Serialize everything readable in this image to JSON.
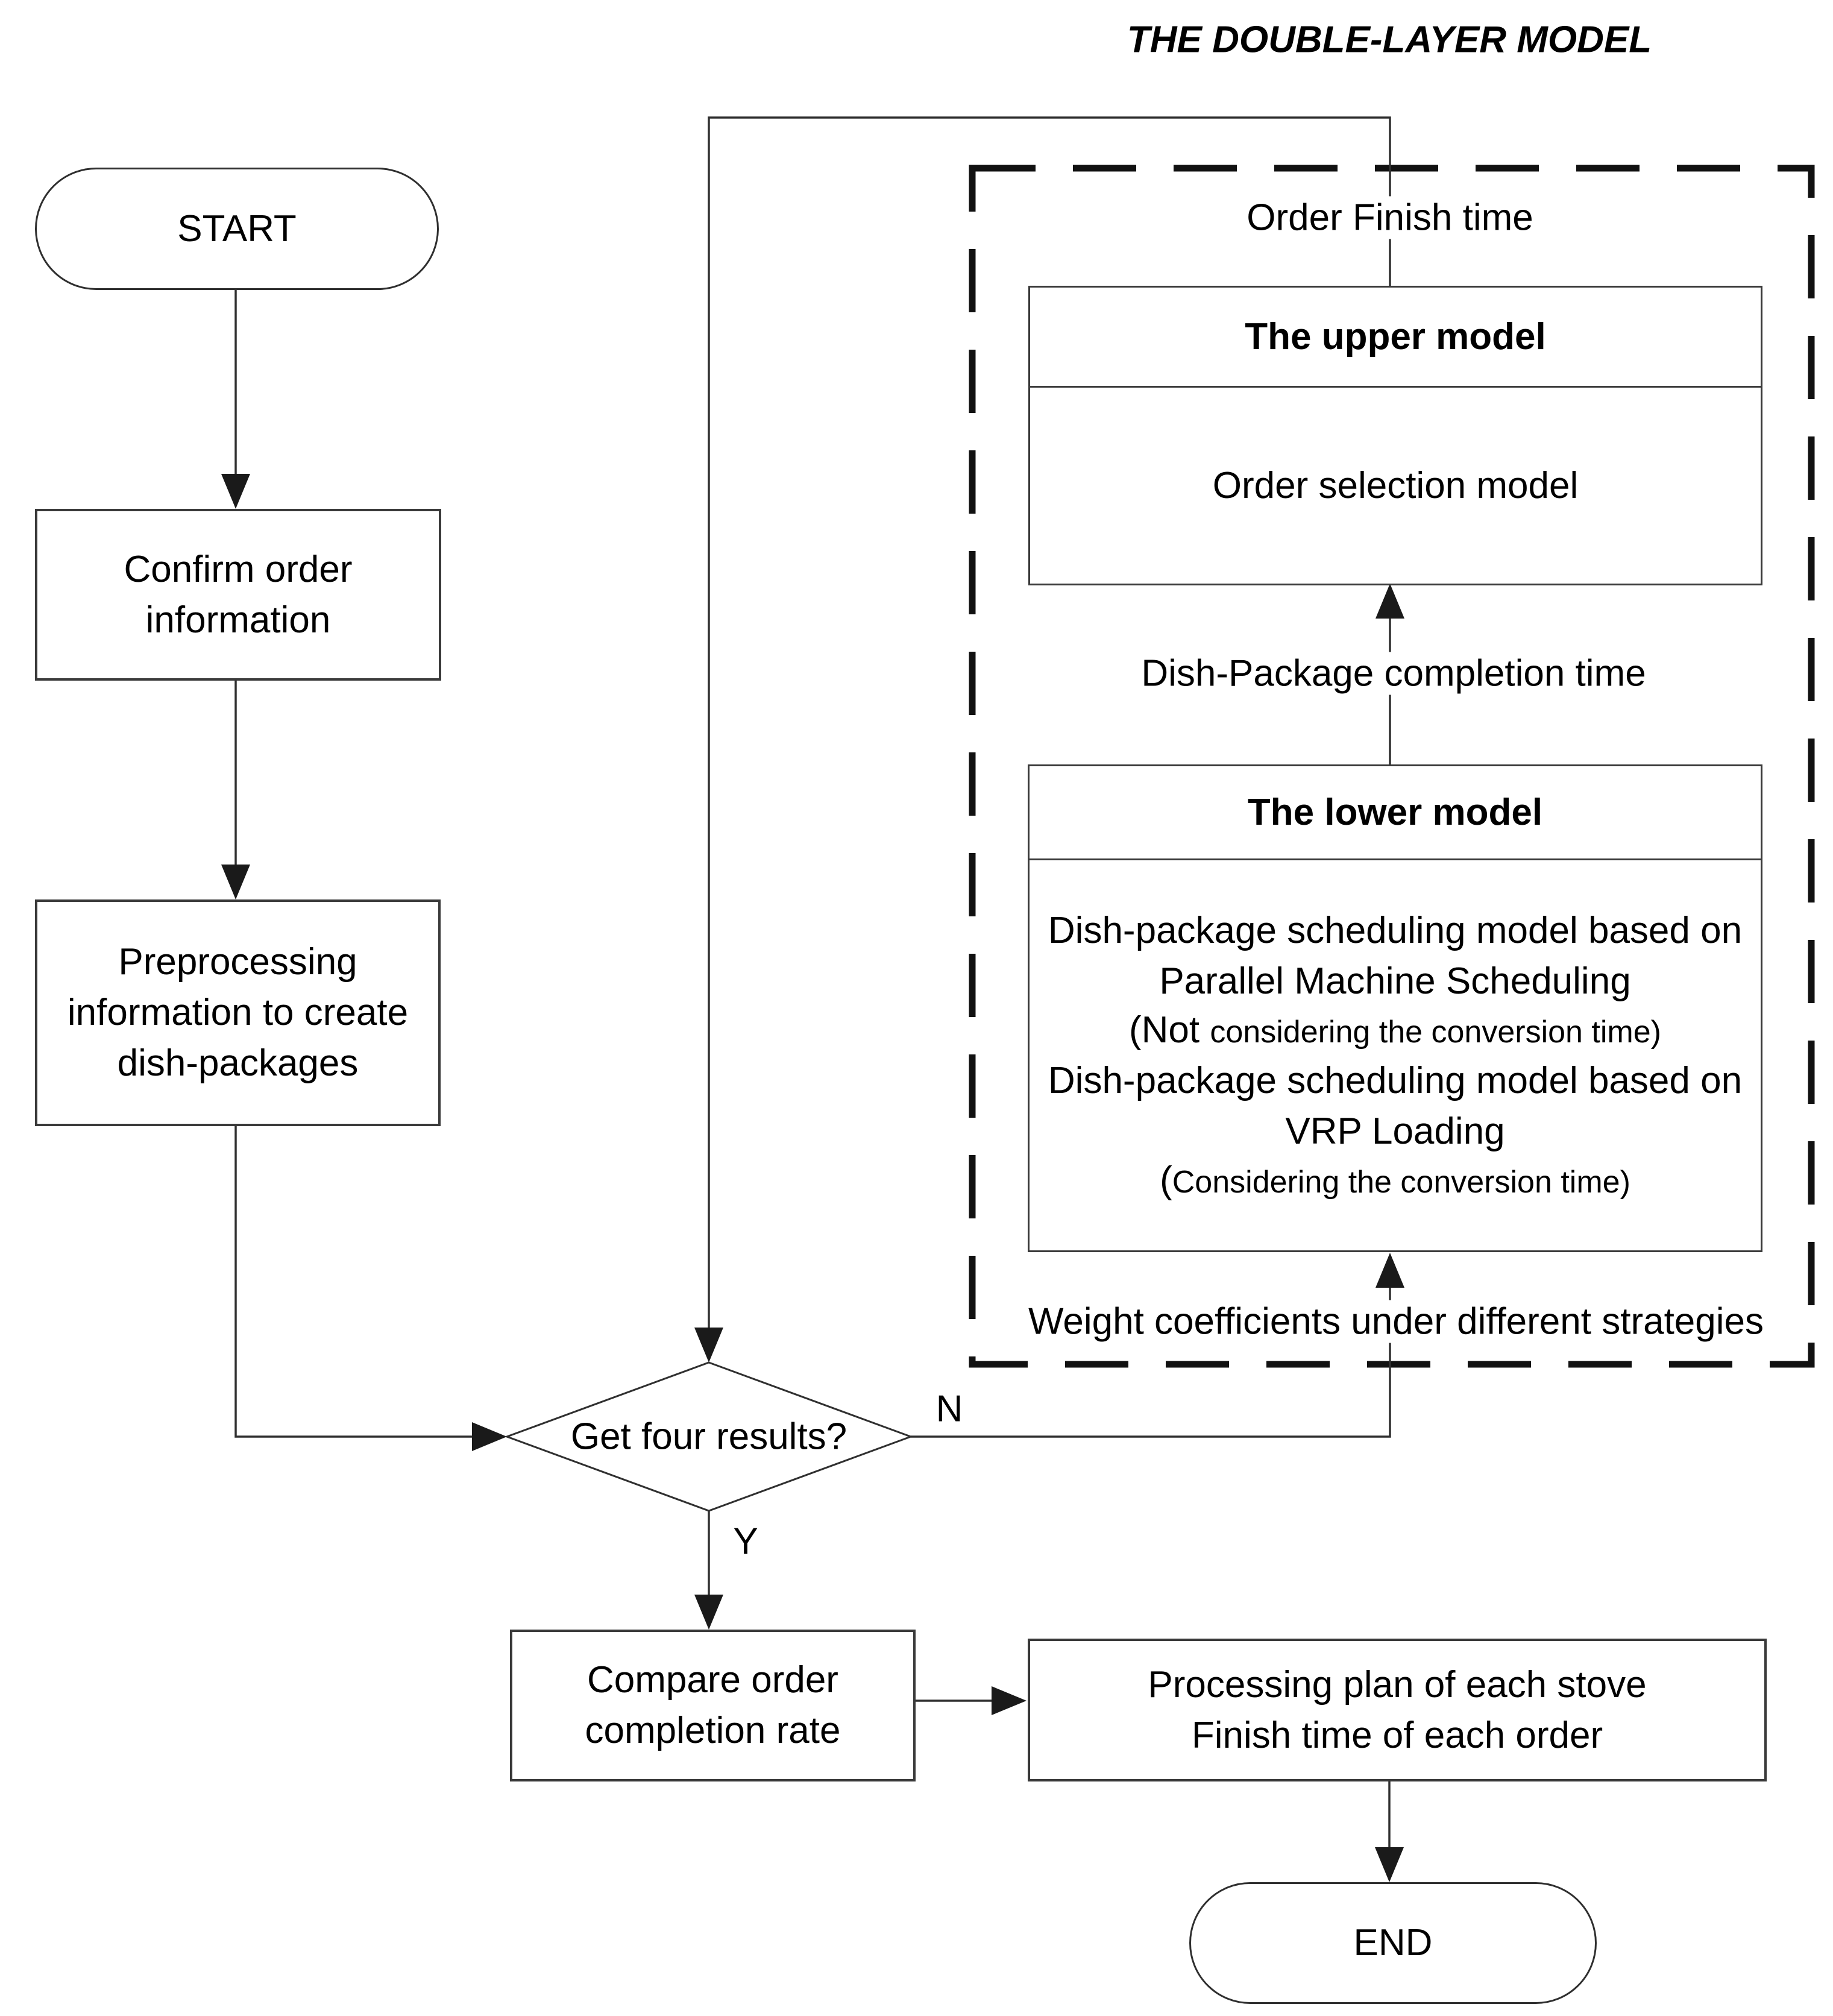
{
  "title": "THE DOUBLE-LAYER MODEL",
  "nodes": {
    "start": {
      "label": "START"
    },
    "confirm": {
      "label": "Confirm order\ninformation"
    },
    "preprocess": {
      "label": "Preprocessing\ninformation to create\ndish-packages"
    },
    "decision": {
      "label": "Get four results?",
      "yes": "Y",
      "no": "N"
    },
    "compare": {
      "label": "Compare order\ncompletion rate"
    },
    "processing": {
      "label": "Processing plan of each stove\nFinish time of each order"
    },
    "end": {
      "label": "END"
    }
  },
  "double_layer": {
    "order_finish_time": "Order Finish time",
    "upper_model": {
      "title": "The upper model",
      "body": "Order selection model"
    },
    "dish_package_completion_time": "Dish-Package completion time",
    "lower_model": {
      "title": "The lower model",
      "item1": "Dish-package scheduling model based on\nParallel Machine Scheduling",
      "item1_note_lead": "(Not ",
      "item1_note_rest": "considering the conversion time)",
      "item2": "Dish-package scheduling model based on\nVRP Loading",
      "item2_note_lead": "(",
      "item2_note_rest": "Considering the conversion time)"
    },
    "weight_label": "Weight coefficients under different strategies"
  },
  "colors": {
    "line": "#303030",
    "text": "#000000",
    "background": "#ffffff"
  }
}
